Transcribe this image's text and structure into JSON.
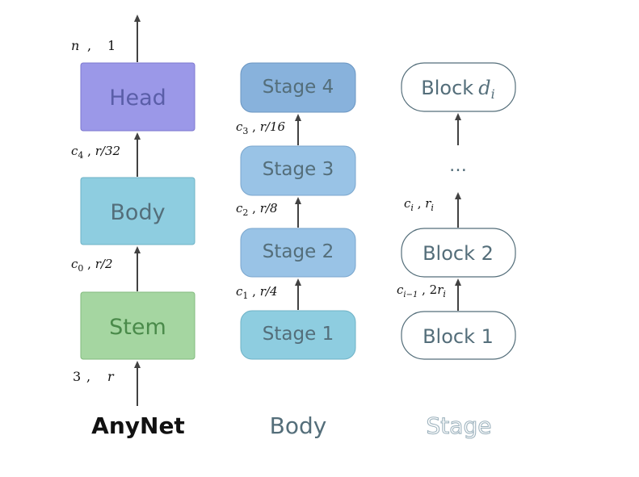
{
  "anynet": {
    "title": "AnyNet",
    "boxes": {
      "head": "Head",
      "body": "Body",
      "stem": "Stem"
    },
    "labels": {
      "output": {
        "a": "n",
        "b": "1"
      },
      "head_in": {
        "a": "c",
        "a_sub": "4",
        "b": "r/32"
      },
      "body_in": {
        "a": "c",
        "a_sub": "0",
        "b": "r/2"
      },
      "input": {
        "a": "3",
        "b": "r"
      }
    }
  },
  "body": {
    "title": "Body",
    "stages": {
      "s4": "Stage 4",
      "s3": "Stage 3",
      "s2": "Stage 2",
      "s1": "Stage 1"
    },
    "labels": {
      "s3_s4": {
        "a": "c",
        "a_sub": "3",
        "b": "r/16"
      },
      "s2_s3": {
        "a": "c",
        "a_sub": "2",
        "b": "r/8"
      },
      "s1_s2": {
        "a": "c",
        "a_sub": "1",
        "b": "r/4"
      }
    }
  },
  "stage": {
    "title": "Stage",
    "blocks": {
      "top_text": "Block",
      "top_var": "d",
      "top_sub": "i",
      "b2": "Block 2",
      "b1": "Block 1"
    },
    "ellipsis": "…",
    "labels": {
      "ci_ri": {
        "a": "c",
        "a_sub": "i",
        "b": "r",
        "b_sub": "i"
      },
      "b1_b2": {
        "a": "c",
        "a_sub": "i−1",
        "b_pre": "2",
        "b": "r",
        "b_sub": "i"
      }
    }
  },
  "colors": {
    "head": "#9b98e8",
    "body": "#8ecde0",
    "stem": "#a5d6a1",
    "stage4": "#88b2dc",
    "stage3": "#99c3e6",
    "stage2": "#99c3e6",
    "stage1": "#8ecde0",
    "text_blue": "#546e7a",
    "text_head": "#5a5ea8",
    "text_stem": "#4a8a4a"
  }
}
